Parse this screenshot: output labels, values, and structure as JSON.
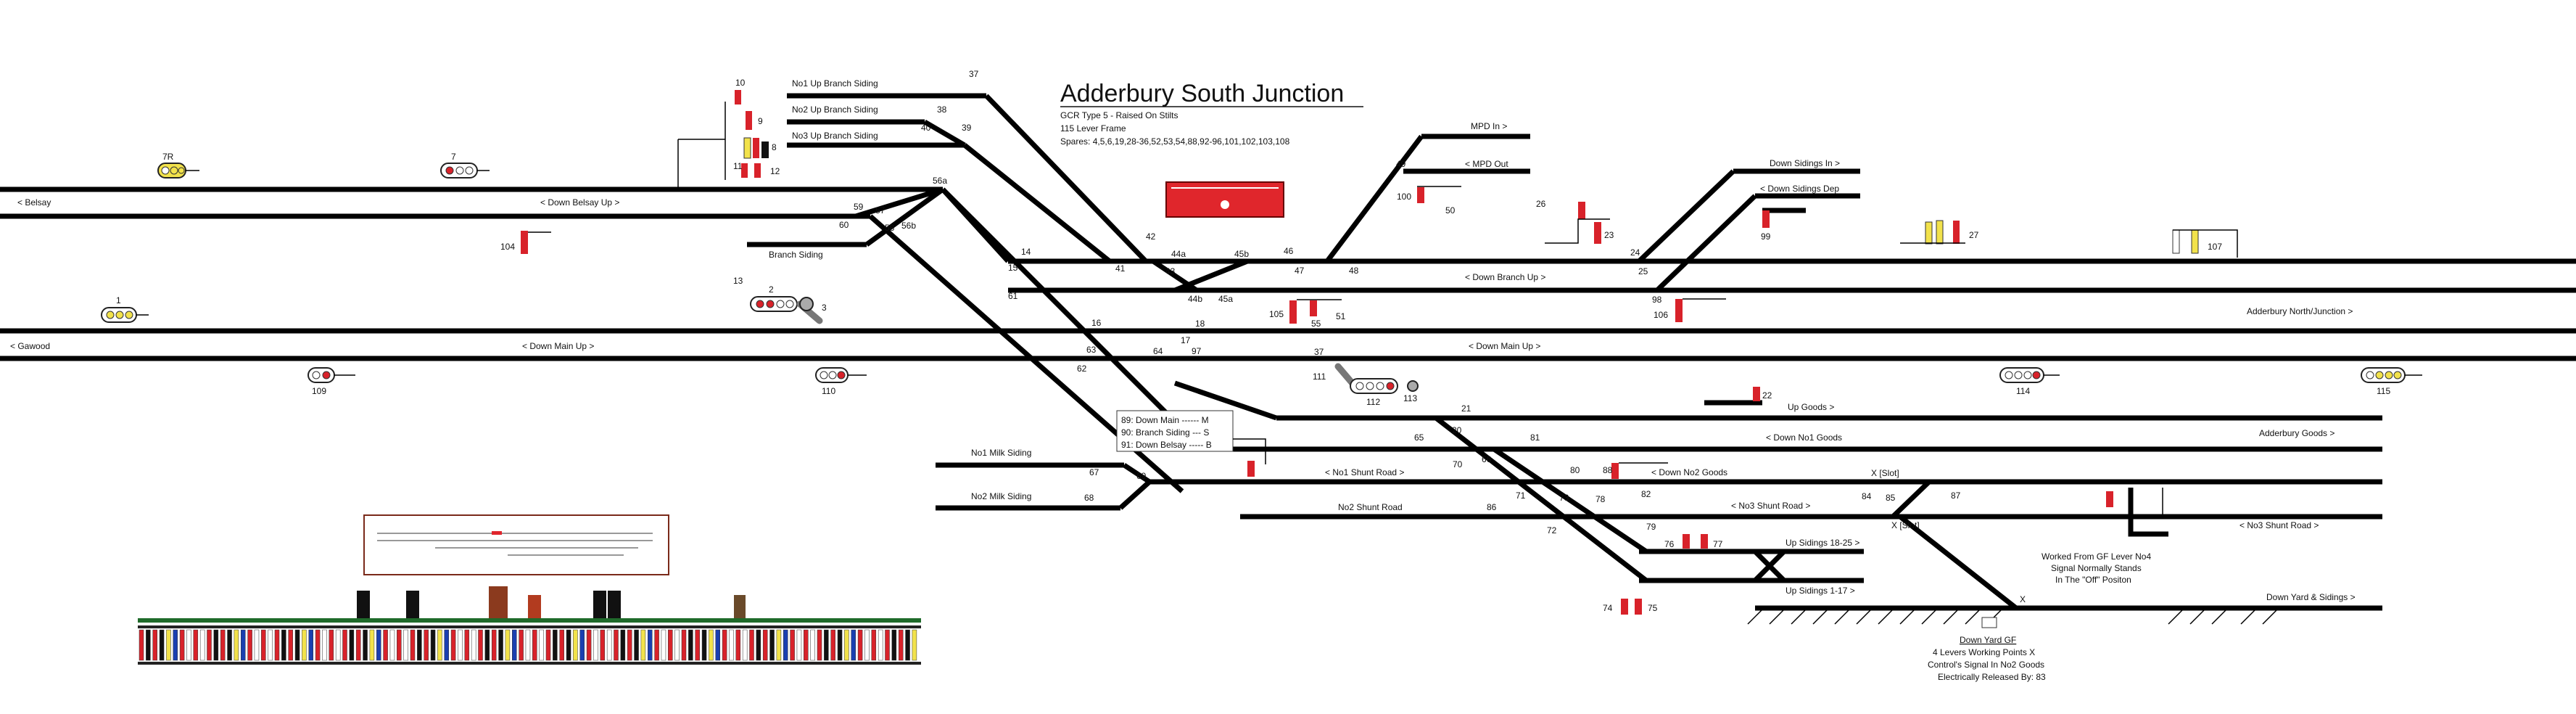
{
  "title": "Adderbury South Junction",
  "subtitle_lines": [
    "GCR Type 5 - Raised On Stilts",
    "115 Lever Frame",
    "Spares: 4,5,6,19,28-36,52,53,54,88,92-96,101,102,103,108"
  ],
  "colors": {
    "track": "#000000",
    "signal_red": "#d8222a",
    "signal_yellow": "#f2e24b",
    "box_border": "#7a2a1a",
    "diagram_red": "#e0262c"
  },
  "line_labels": {
    "belsay": "< Belsay",
    "down_belsay_up": "< Down Belsay Up >",
    "gawood": "< Gawood",
    "down_main_up_left": "< Down Main Up >",
    "branch_siding": "Branch Siding",
    "no1_up_branch": "No1 Up Branch Siding",
    "no2_up_branch": "No2 Up Branch Siding",
    "no3_up_branch": "No3 Up Branch Siding",
    "mpd_in": "MPD In >",
    "mpd_out": "< MPD Out",
    "down_sidings_in": "Down Sidings In >",
    "down_sidings_dep": "< Down Sidings Dep",
    "down_branch_up": "< Down Branch Up >",
    "adderbury_north": "Adderbury North/Junction >",
    "down_main_up_right": "< Down Main Up >",
    "up_goods": "Up Goods >",
    "down_no1_goods": "< Down No1 Goods",
    "adderbury_goods": "Adderbury Goods >",
    "no1_milk": "No1 Milk Siding",
    "no2_milk": "No2 Milk Siding",
    "no1_shunt": "< No1 Shunt Road >",
    "no2_shunt": "No2 Shunt Road",
    "down_no2_goods": "< Down No2 Goods",
    "no3_shunt_mid": "< No3 Shunt Road >",
    "no3_shunt_right": "< No3 Shunt Road >",
    "x_slot_1": "X [Slot]",
    "x_slot_2": "X [Slot]",
    "x_mark": "X",
    "up_sidings_18_25": "Up Sidings 18-25 >",
    "up_sidings_1_17": "Up Sidings 1-17 >",
    "down_yard": "Down Yard & Sidings >"
  },
  "route_box": [
    "89: Down Main ------ M",
    "90: Branch Siding --- S",
    "91: Down Belsay ----- B"
  ],
  "notes": {
    "gf_lever": [
      "Worked From GF Lever No4",
      "Signal Normally Stands",
      "In The \"Off\" Positon"
    ],
    "down_yard_gf_title": "Down Yard GF",
    "down_yard_gf": [
      "4 Levers Working Points X",
      "Control's Signal In No2 Goods",
      "Electrically Released By: 83"
    ]
  },
  "numbers": {
    "n1": "1",
    "n2": "2",
    "n3": "3",
    "n7": "7",
    "n7r": "7R",
    "n9": "9",
    "n8": "8",
    "n10": "10",
    "n11": "11",
    "n12": "12",
    "n13": "13",
    "n14": "14",
    "n15": "15",
    "n16": "16",
    "n17": "17",
    "n18": "18",
    "n20": "20",
    "n21": "21",
    "n22": "22",
    "n23": "23",
    "n24": "24",
    "n25": "25",
    "n26": "26",
    "n27": "27",
    "n37a": "37",
    "n37b": "37",
    "n38": "38",
    "n39": "39",
    "n40": "40",
    "n41": "41",
    "n42": "42",
    "n43": "43",
    "n44a": "44a",
    "n44b": "44b",
    "n45a": "45a",
    "n45b": "45b",
    "n46": "46",
    "n47": "47",
    "n48": "48",
    "n49": "49",
    "n50": "50",
    "n51": "51",
    "n55": "55",
    "n56a": "56a",
    "n56b": "56b",
    "n57": "57",
    "n58": "58",
    "n59": "59",
    "n60": "60",
    "n61": "61",
    "n62": "62",
    "n63": "63",
    "n64": "64",
    "n65": "65",
    "n66": "66",
    "n67": "67",
    "n68": "68",
    "n69": "69",
    "n70": "70",
    "n71": "71",
    "n72": "72",
    "n73": "73",
    "n74": "74",
    "n75": "75",
    "n76": "76",
    "n77": "77",
    "n78": "78",
    "n79": "79",
    "n80": "80",
    "n81": "81",
    "n82": "82",
    "n84": "84",
    "n85": "85",
    "n86": "86",
    "n87": "87",
    "n88": "88",
    "n97": "97",
    "n98": "98",
    "n99": "99",
    "n100": "100",
    "n104": "104",
    "n105": "105",
    "n106": "106",
    "n107": "107",
    "n109": "109",
    "n110": "110",
    "n111": "111",
    "n112": "112",
    "n113": "113",
    "n114": "114",
    "n115": "115"
  }
}
